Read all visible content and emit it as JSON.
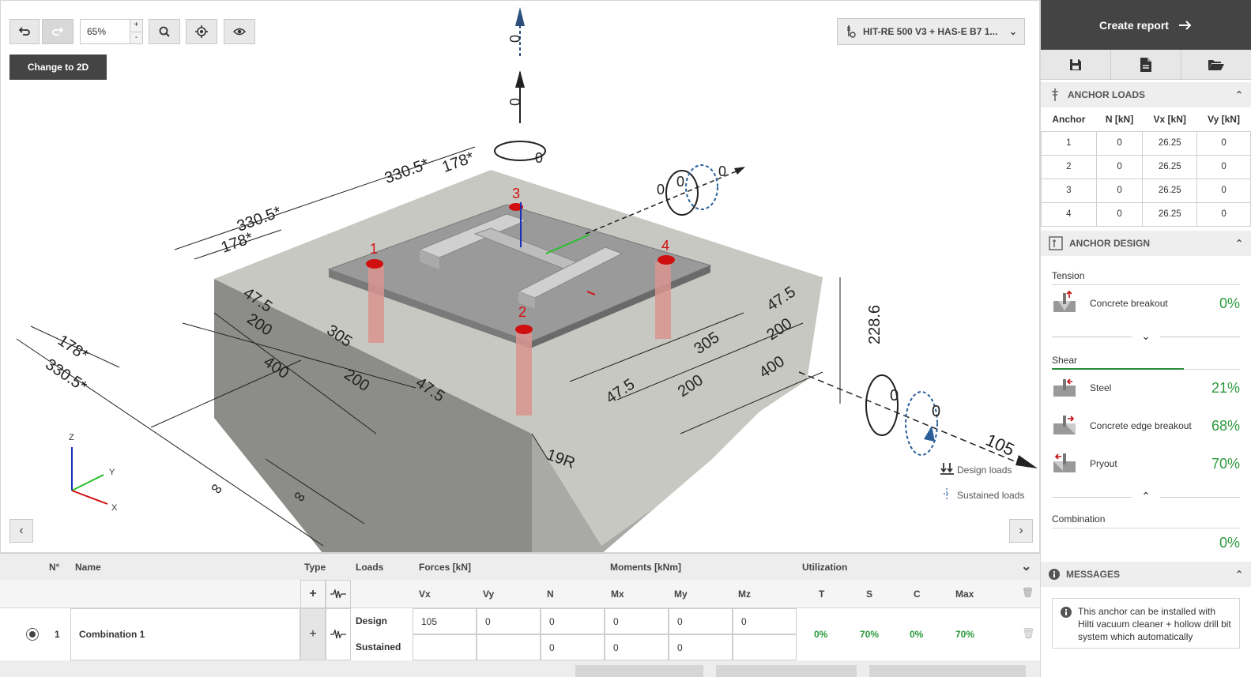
{
  "toolbar": {
    "zoom_value": "65%",
    "change_2d_label": "Change to 2D",
    "product_name": "HIT-RE 500 V3 + HAS-E B7 1...",
    "icons": [
      "undo-icon",
      "redo-icon",
      "search-icon",
      "target-icon",
      "eye-icon"
    ]
  },
  "scene": {
    "force_labels": [
      "0",
      "0",
      "0",
      "0",
      "0",
      "0",
      "0",
      "0",
      "105"
    ],
    "anchor_ids": [
      "1",
      "2",
      "3",
      "4"
    ],
    "dims": {
      "d178": "178*",
      "d330": "330.5*",
      "d47": "47.5",
      "d200": "200",
      "d305": "305",
      "d400": "400",
      "d228": "228.6",
      "inf": "∞",
      "r19": "19R"
    },
    "axes": {
      "z": "Z",
      "y": "Y",
      "x": "X"
    }
  },
  "legend": {
    "design": "Design loads",
    "sustained": "Sustained loads"
  },
  "side": {
    "create_report": "Create report",
    "anchor_loads": {
      "title": "ANCHOR LOADS",
      "headers": [
        "Anchor",
        "N [kN]",
        "Vx [kN]",
        "Vy [kN]"
      ],
      "rows": [
        [
          "1",
          "0",
          "26.25",
          "0"
        ],
        [
          "2",
          "0",
          "26.25",
          "0"
        ],
        [
          "3",
          "0",
          "26.25",
          "0"
        ],
        [
          "4",
          "0",
          "26.25",
          "0"
        ]
      ]
    },
    "anchor_design": {
      "title": "ANCHOR DESIGN",
      "tension_label": "Tension",
      "tension": [
        {
          "label": "Concrete breakout",
          "value": "0%"
        }
      ],
      "shear_label": "Shear",
      "shear_progress": 0.7,
      "shear": [
        {
          "label": "Steel",
          "value": "21%"
        },
        {
          "label": "Concrete edge breakout",
          "value": "68%"
        },
        {
          "label": "Pryout",
          "value": "70%"
        }
      ],
      "combination_label": "Combination",
      "combination_value": "0%"
    },
    "messages": {
      "title": "MESSAGES",
      "text": "This anchor can be installed with Hilti vacuum cleaner + hollow drill bit system which automatically"
    }
  },
  "loads_table": {
    "headers": {
      "no": "N°",
      "name": "Name",
      "type": "Type",
      "loads": "Loads",
      "forces": "Forces [kN]",
      "moments": "Moments [kNm]",
      "utilization": "Utilization"
    },
    "sub_headers": [
      "Vx",
      "Vy",
      "N",
      "Mx",
      "My",
      "Mz",
      "T",
      "S",
      "C",
      "Max"
    ],
    "row": {
      "number": "1",
      "name": "Combination 1",
      "design_label": "Design",
      "sustained_label": "Sustained",
      "design": [
        "105",
        "0",
        "0",
        "0",
        "0",
        "0"
      ],
      "sustained": [
        "",
        "",
        "0",
        "0",
        "0",
        ""
      ],
      "utilization": [
        "0%",
        "70%",
        "0%",
        "70%"
      ]
    }
  }
}
